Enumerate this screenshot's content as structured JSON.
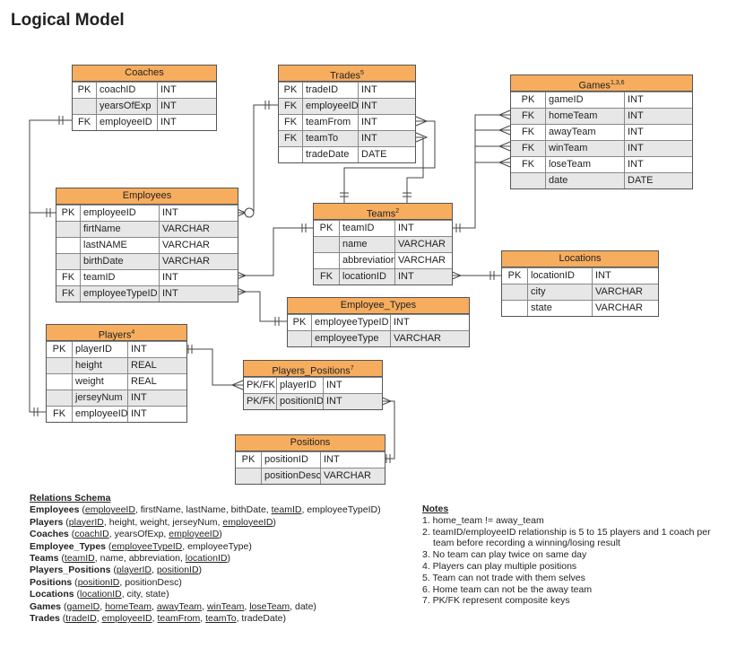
{
  "page_title": "Logical Model",
  "tables": [
    {
      "id": "coaches",
      "name": "Coaches",
      "sup": "",
      "colw": [
        26,
        68,
        64
      ],
      "rows": [
        [
          "PK",
          "coachID",
          "INT"
        ],
        [
          "",
          "yearsOfExp",
          "INT"
        ],
        [
          "FK",
          "employeeID",
          "INT"
        ]
      ]
    },
    {
      "id": "trades",
      "name": "Trades",
      "sup": "5",
      "colw": [
        26,
        62,
        62
      ],
      "rows": [
        [
          "PK",
          "tradeID",
          "INT"
        ],
        [
          "FK",
          "employeeID",
          "INT"
        ],
        [
          "FK",
          "teamFrom",
          "INT"
        ],
        [
          "FK",
          "teamTo",
          "INT"
        ],
        [
          "",
          "tradeDate",
          "DATE"
        ]
      ]
    },
    {
      "id": "games",
      "name": "Games",
      "sup": "1,3,6",
      "colw": [
        38,
        88,
        74
      ],
      "rows": [
        [
          "PK",
          "gameID",
          "INT"
        ],
        [
          "FK",
          "homeTeam",
          "INT"
        ],
        [
          "FK",
          "awayTeam",
          "INT"
        ],
        [
          "FK",
          "winTeam",
          "INT"
        ],
        [
          "FK",
          "loseTeam",
          "INT"
        ],
        [
          "",
          "date",
          "DATE"
        ]
      ]
    },
    {
      "id": "employees",
      "name": "Employees",
      "sup": "",
      "colw": [
        26,
        88,
        86
      ],
      "rows": [
        [
          "PK",
          "employeeID",
          "INT"
        ],
        [
          "",
          "firtName",
          "VARCHAR"
        ],
        [
          "",
          "lastNAME",
          "VARCHAR"
        ],
        [
          "",
          "birthDate",
          "VARCHAR"
        ],
        [
          "FK",
          "teamID",
          "INT"
        ],
        [
          "FK",
          "employeeTypeID",
          "INT"
        ]
      ]
    },
    {
      "id": "teams",
      "name": "Teams",
      "sup": "2",
      "colw": [
        28,
        62,
        62
      ],
      "rows": [
        [
          "PK",
          "teamID",
          "INT"
        ],
        [
          "",
          "name",
          "VARCHAR"
        ],
        [
          "",
          "abbreviation",
          "VARCHAR"
        ],
        [
          "FK",
          "locationID",
          "INT"
        ]
      ]
    },
    {
      "id": "locations",
      "name": "Locations",
      "sup": "",
      "colw": [
        28,
        72,
        72
      ],
      "rows": [
        [
          "PK",
          "locationID",
          "INT"
        ],
        [
          "",
          "city",
          "VARCHAR"
        ],
        [
          "",
          "state",
          "VARCHAR"
        ]
      ]
    },
    {
      "id": "employee_types",
      "name": "Employee_Types",
      "sup": "",
      "colw": [
        26,
        88,
        86
      ],
      "rows": [
        [
          "PK",
          "employeeTypeID",
          "INT"
        ],
        [
          "",
          "employeeType",
          "VARCHAR"
        ]
      ]
    },
    {
      "id": "players",
      "name": "Players",
      "sup": "4",
      "colw": [
        28,
        62,
        64
      ],
      "rows": [
        [
          "PK",
          "playerID",
          "INT"
        ],
        [
          "",
          "height",
          "REAL"
        ],
        [
          "",
          "weight",
          "REAL"
        ],
        [
          "",
          "jerseyNum",
          "INT"
        ],
        [
          "FK",
          "employeeID",
          "INT"
        ]
      ]
    },
    {
      "id": "players_positions",
      "name": "Players_Positions",
      "sup": "7",
      "colw": [
        36,
        52,
        64
      ],
      "rows": [
        [
          "PK/FK",
          "playerID",
          "INT"
        ],
        [
          "PK/FK",
          "positionID",
          "INT"
        ]
      ]
    },
    {
      "id": "positions",
      "name": "Positions",
      "sup": "",
      "colw": [
        28,
        66,
        70
      ],
      "rows": [
        [
          "PK",
          "positionID",
          "INT"
        ],
        [
          "",
          "positionDesc",
          "VARCHAR"
        ]
      ]
    }
  ],
  "relations": {
    "heading": "Relations Schema",
    "lines": [
      [
        {
          "t": "Employees",
          "s": "b"
        },
        {
          "t": " ("
        },
        {
          "t": "employeeID",
          "s": "u"
        },
        {
          "t": ", firstName, lastName, bithDate, "
        },
        {
          "t": "teamID",
          "s": "u"
        },
        {
          "t": ", employeeTypeID)"
        }
      ],
      [
        {
          "t": "Players",
          "s": "b"
        },
        {
          "t": " ("
        },
        {
          "t": "playerID",
          "s": "u"
        },
        {
          "t": ", height, weight, jerseyNum, "
        },
        {
          "t": "employeeID",
          "s": "u"
        },
        {
          "t": ")"
        }
      ],
      [
        {
          "t": "Coaches",
          "s": "b"
        },
        {
          "t": " ("
        },
        {
          "t": "coachID",
          "s": "u"
        },
        {
          "t": ", yearsOfExp, "
        },
        {
          "t": "employeeID",
          "s": "u"
        },
        {
          "t": ")"
        }
      ],
      [
        {
          "t": "Employee_Types",
          "s": "b"
        },
        {
          "t": " ("
        },
        {
          "t": "employeeTypeID",
          "s": "u"
        },
        {
          "t": ", employeeType)"
        }
      ],
      [
        {
          "t": "Teams",
          "s": "b"
        },
        {
          "t": " ("
        },
        {
          "t": "teamID",
          "s": "u"
        },
        {
          "t": ", name, abbreviation, "
        },
        {
          "t": "locationID",
          "s": "u"
        },
        {
          "t": ")"
        }
      ],
      [
        {
          "t": "Players_Positions",
          "s": "b"
        },
        {
          "t": " ("
        },
        {
          "t": "playerID",
          "s": "u"
        },
        {
          "t": ", "
        },
        {
          "t": "positionID",
          "s": "u"
        },
        {
          "t": ")"
        }
      ],
      [
        {
          "t": "Positions",
          "s": "b"
        },
        {
          "t": " ("
        },
        {
          "t": "positionID",
          "s": "u"
        },
        {
          "t": ", positionDesc)"
        }
      ],
      [
        {
          "t": "Locations",
          "s": "b"
        },
        {
          "t": " ("
        },
        {
          "t": "locationID",
          "s": "u"
        },
        {
          "t": ", city, state)"
        }
      ],
      [
        {
          "t": "Games",
          "s": "b"
        },
        {
          "t": " ("
        },
        {
          "t": "gameID",
          "s": "u"
        },
        {
          "t": ", "
        },
        {
          "t": "homeTeam",
          "s": "u"
        },
        {
          "t": ", "
        },
        {
          "t": "awayTeam",
          "s": "u"
        },
        {
          "t": ", "
        },
        {
          "t": "winTeam",
          "s": "u"
        },
        {
          "t": ", "
        },
        {
          "t": "loseTeam",
          "s": "u"
        },
        {
          "t": ", date)"
        }
      ],
      [
        {
          "t": "Trades",
          "s": "b"
        },
        {
          "t": " ("
        },
        {
          "t": "tradeID",
          "s": "u"
        },
        {
          "t": ", "
        },
        {
          "t": "employeeID",
          "s": "u"
        },
        {
          "t": ", "
        },
        {
          "t": "teamFrom",
          "s": "u"
        },
        {
          "t": ", "
        },
        {
          "t": "teamTo",
          "s": "u"
        },
        {
          "t": ", tradeDate)"
        }
      ]
    ]
  },
  "notes": {
    "heading": "Notes",
    "items": [
      "1. home_team != away_team",
      "2. teamID/employeeID relationship is 5 to 15 players and 1 coach per",
      "team before recording a winning/losing result",
      "3.  No team can play twice on same day",
      "4.  Players can play multiple positions",
      "5.  Team can not trade with them selves",
      "6.  Home team can not be the away team",
      "7. PK/FK represent composite keys"
    ]
  }
}
